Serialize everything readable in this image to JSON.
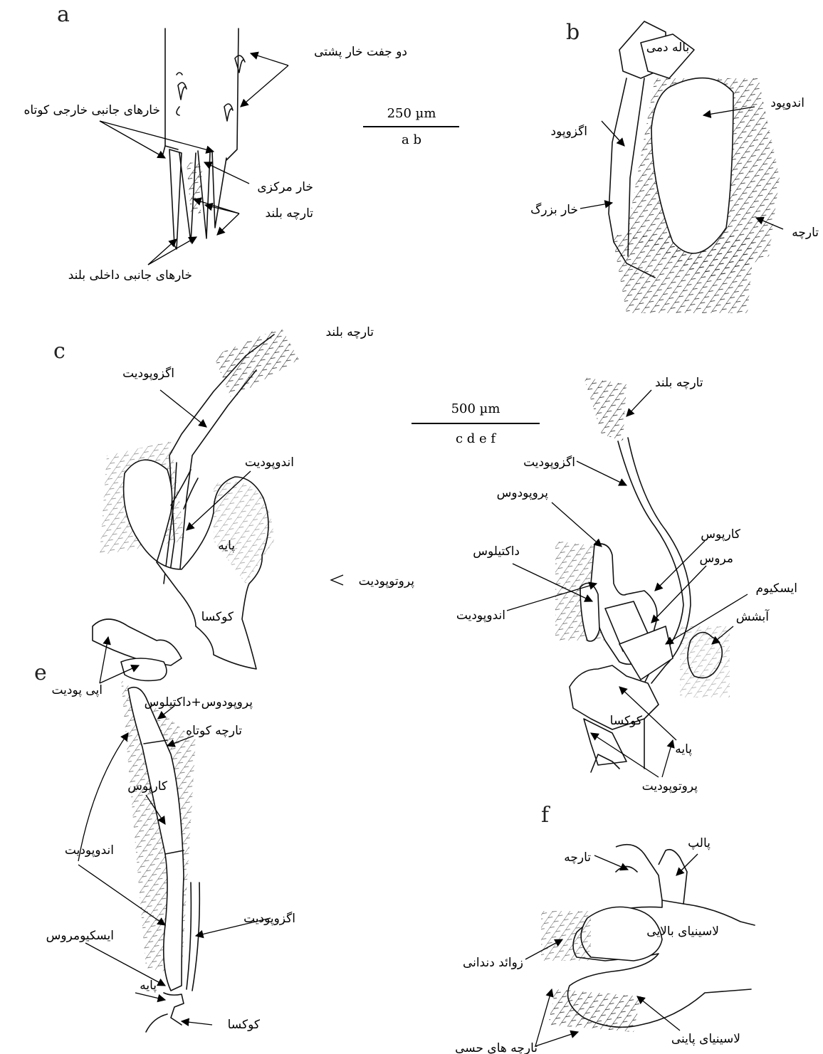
{
  "panels": {
    "a": "a",
    "b": "b",
    "c": "c",
    "d_hidden": "",
    "e": "e",
    "f": "f"
  },
  "scalebars": {
    "ab": {
      "value": "250 µm",
      "panels": "a b"
    },
    "cdef": {
      "value": "500 µm",
      "panels": "c d e f"
    }
  },
  "labels": {
    "a": {
      "dorsal_spines": "دو جفت خار پشتی",
      "outer_lateral_spines": "خارهای جانبی خارجی کوتاه",
      "central_spine": "خار مرکزی",
      "long_setae": "تارچه بلند",
      "inner_lateral_spines": "خارهای جانبی داخلی بلند"
    },
    "b": {
      "telson": "باله دمی",
      "endopod": "اندوپود",
      "exopod": "اگزوپود",
      "big_spine": "خار بزرگ",
      "seta": "تارچه"
    },
    "c": {
      "long_seta_top": "تارچه بلند",
      "exopodite": "اگزوپودیت",
      "endopodite": "اندوپودیت",
      "basis": "پایه",
      "coxa": "کوکسا",
      "protopodite": "پروتوپودیت",
      "epipodite": "اپی پودیت"
    },
    "d": {
      "long_seta": "تارچه بلند",
      "exopodite": "اگزوپودیت",
      "propodus": "پروپودوس",
      "carpus": "کارپوس",
      "merus": "مروس",
      "dactylus": "داکتیلوس",
      "ischium": "ایسکیوم",
      "gill": "آبشش",
      "endopodite": "اندوپودیت",
      "coxa": "کوکسا",
      "basis": "پایه",
      "protopodite": "پروتوپودیت"
    },
    "e": {
      "propodus_dactylus": "پروپودوس+داکتیلوس",
      "short_seta": "تارچه کوتاه",
      "carpus": "کارپوس",
      "endopodite": "اندوپودیت",
      "ischiomerus": "ایسکیومروس",
      "exopodite": "اگزوپودیت",
      "basis": "پایه",
      "coxa": "کوکسا"
    },
    "f": {
      "palp": "پالپ",
      "seta": "تارچه",
      "upper_lacinia": "لاسینیای بالایی",
      "teeth": "زوائد دندانی",
      "lower_lacinia": "لاسینیای پاینی",
      "sensory_setae": "تارچه های حسی"
    }
  },
  "colors": {
    "ink": "#111111",
    "background": "#ffffff"
  }
}
